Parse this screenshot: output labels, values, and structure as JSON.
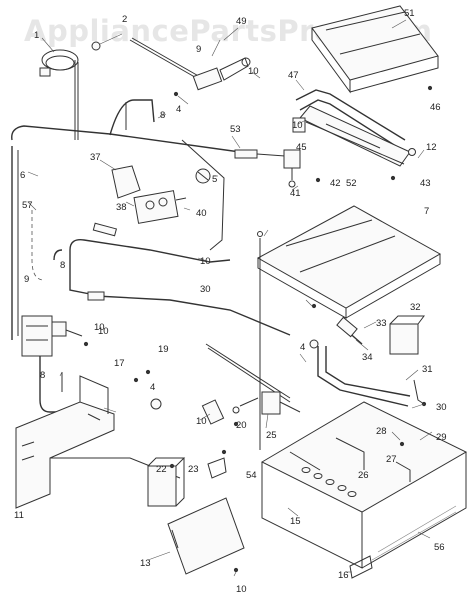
{
  "watermark": "AppliancePartsPros.com",
  "callouts": [
    "1",
    "2",
    "49",
    "51",
    "9",
    "10",
    "4",
    "8",
    "47",
    "46",
    "10",
    "12",
    "45",
    "43",
    "52",
    "37",
    "53",
    "5",
    "6",
    "57",
    "38",
    "40",
    "41",
    "42",
    "7",
    "10",
    "9",
    "8",
    "30",
    "10",
    "32",
    "33",
    "34",
    "31",
    "4",
    "17",
    "19",
    "4",
    "10",
    "20",
    "25",
    "30",
    "28",
    "29",
    "22",
    "23",
    "54",
    "27",
    "26",
    "11",
    "15",
    "56",
    "13",
    "10",
    "16",
    "8",
    "10"
  ]
}
